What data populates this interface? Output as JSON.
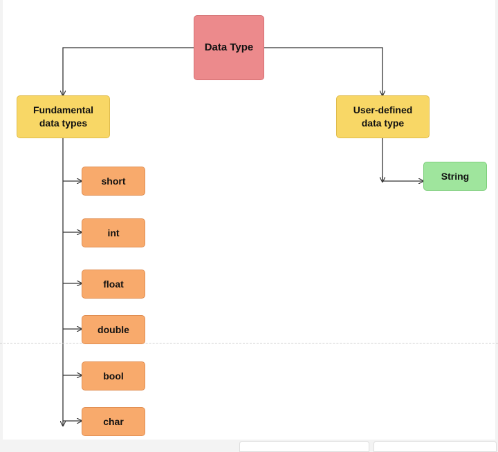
{
  "diagram": {
    "root": {
      "label": "Data Type"
    },
    "fundamental": {
      "label": "Fundamental\ndata types",
      "children": [
        "short",
        "int",
        "float",
        "double",
        "bool",
        "char"
      ]
    },
    "user_defined": {
      "label": "User-defined\ndata type",
      "children": [
        "String"
      ]
    }
  },
  "colors": {
    "root": "#ec8a8c",
    "category": "#f8d766",
    "fundamental_leaf": "#f8aa6c",
    "user_defined_leaf": "#9fe59d",
    "connector": "#333333"
  }
}
